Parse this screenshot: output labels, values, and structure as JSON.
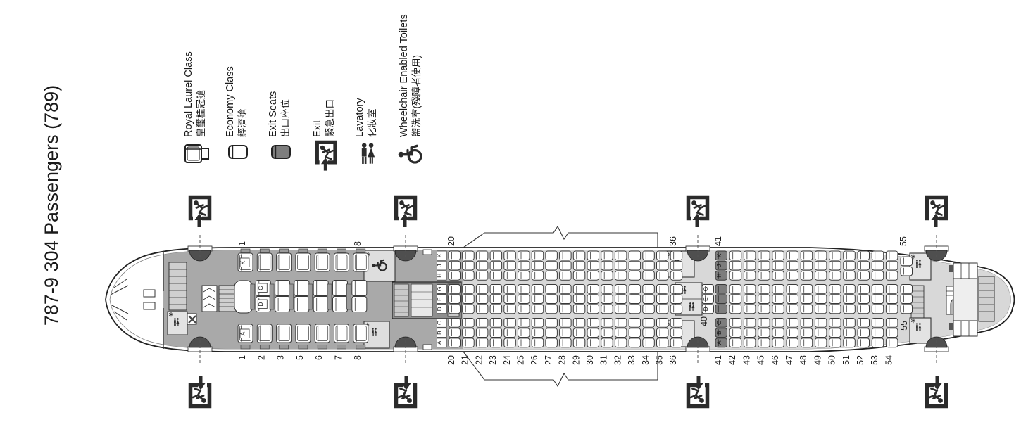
{
  "title": "787-9 304 Passengers (789)",
  "legend": {
    "items": [
      {
        "label_en": "Royal Laurel Class",
        "label_zh": "皇璽桂冠艙",
        "icon": "royal-laurel-seat-icon"
      },
      {
        "label_en": "Economy Class",
        "label_zh": "經濟艙",
        "icon": "economy-seat-icon"
      },
      {
        "label_en": "Exit Seats",
        "label_zh": "出口座位",
        "icon": "exit-seat-icon"
      },
      {
        "label_en": "Exit",
        "label_zh": "緊急出口",
        "icon": "exit-icon"
      },
      {
        "label_en": "Lavatory",
        "label_zh": "化妝室",
        "icon": "lavatory-icon"
      },
      {
        "label_en": "Wheelchair Enabled Toilets",
        "label_zh": "盥洗室(殘障者使用)",
        "icon": "wheelchair-icon"
      }
    ]
  },
  "colors": {
    "seat_outline": "#3a3a3a",
    "economy_seat_fill": "#ffffff",
    "exit_seat_fill": "#7d7d7d",
    "royal_floor": "#a9a9a9",
    "galley_block": "#8f8f8f",
    "economy_floor": "#d8d8d8",
    "door_fill": "#4f4f4f",
    "icon_dark": "#2b2b2b"
  },
  "cabins": {
    "royal_laurel": {
      "name": "Royal Laurel Class",
      "rows": [
        "1",
        "2",
        "3",
        "5",
        "6",
        "7",
        "8"
      ],
      "middle_rows": [
        "2",
        "3",
        "5",
        "6",
        "7",
        "8"
      ],
      "window_letters": [
        "K",
        "A"
      ],
      "middle_letters": [
        "G",
        "D"
      ],
      "top_edge_labels": [
        "1",
        "8"
      ]
    },
    "economy_front": {
      "name": "Economy Class",
      "rows": [
        "20",
        "21",
        "22",
        "23",
        "24",
        "25",
        "26",
        "27",
        "28",
        "29",
        "30",
        "31",
        "32",
        "33",
        "34",
        "35",
        "36"
      ],
      "letters_top": [
        "K",
        "J",
        "H"
      ],
      "letters_middle": [
        "G",
        "E",
        "D"
      ],
      "letters_bottom": [
        "C",
        "B",
        "A"
      ],
      "top_edge_labels": [
        "20",
        "36"
      ]
    },
    "economy_rear": {
      "name": "Economy Class",
      "rows": [
        "41",
        "42",
        "43",
        "45",
        "46",
        "47",
        "48",
        "49",
        "50",
        "51",
        "52",
        "53",
        "54"
      ],
      "middle_lead_row": "40",
      "tail_row": "55",
      "exit_seat_row": "41",
      "letters_top": [
        "K",
        "J",
        "H"
      ],
      "letters_middle": [
        "G",
        "E",
        "D"
      ],
      "letters_bottom": [
        "C",
        "B",
        "A"
      ],
      "top_edge_labels": [
        "41",
        "55"
      ]
    }
  }
}
